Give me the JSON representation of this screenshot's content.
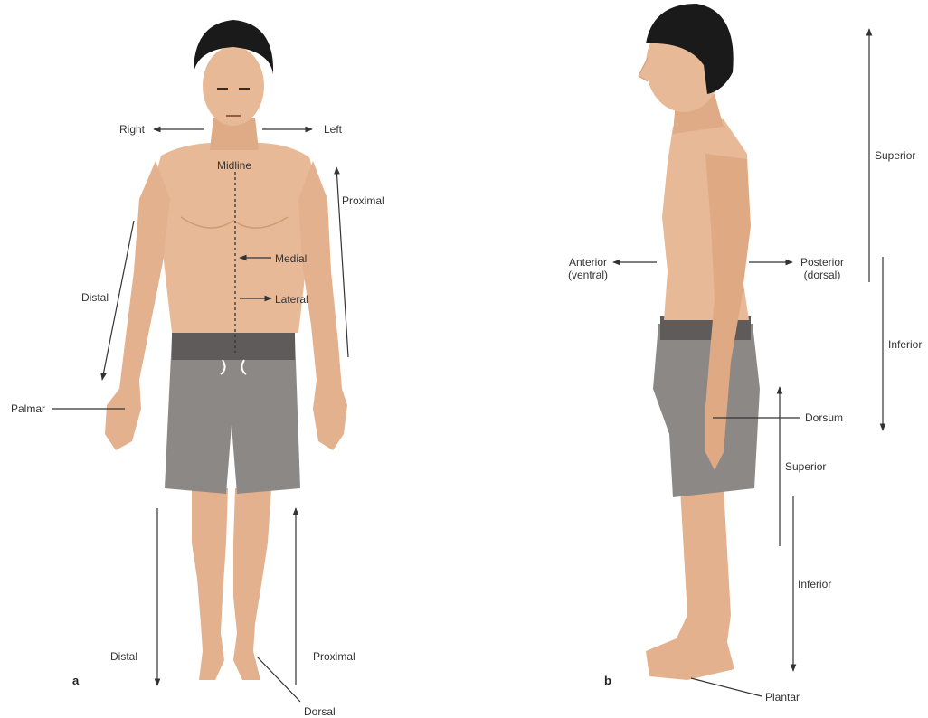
{
  "figure_a": {
    "panel_label": "a",
    "labels": {
      "right": "Right",
      "left": "Left",
      "midline": "Midline",
      "proximal_arm": "Proximal",
      "distal_arm": "Distal",
      "medial": "Medial",
      "lateral": "Lateral",
      "palmar": "Palmar",
      "distal_leg": "Distal",
      "proximal_leg": "Proximal",
      "dorsal": "Dorsal"
    }
  },
  "figure_b": {
    "panel_label": "b",
    "labels": {
      "anterior": "Anterior",
      "anterior_sub": "(ventral)",
      "posterior": "Posterior",
      "posterior_sub": "(dorsal)",
      "superior_top": "Superior",
      "inferior_top": "Inferior",
      "dorsum": "Dorsum",
      "superior_bottom": "Superior",
      "inferior_bottom": "Inferior",
      "plantar": "Plantar"
    }
  },
  "colors": {
    "skin": "#e8b996",
    "skin_shade": "#cf9a76",
    "hair": "#1a1a1a",
    "shorts": "#8a8684",
    "waistband": "#5e5a5a",
    "arrow": "#333333"
  }
}
